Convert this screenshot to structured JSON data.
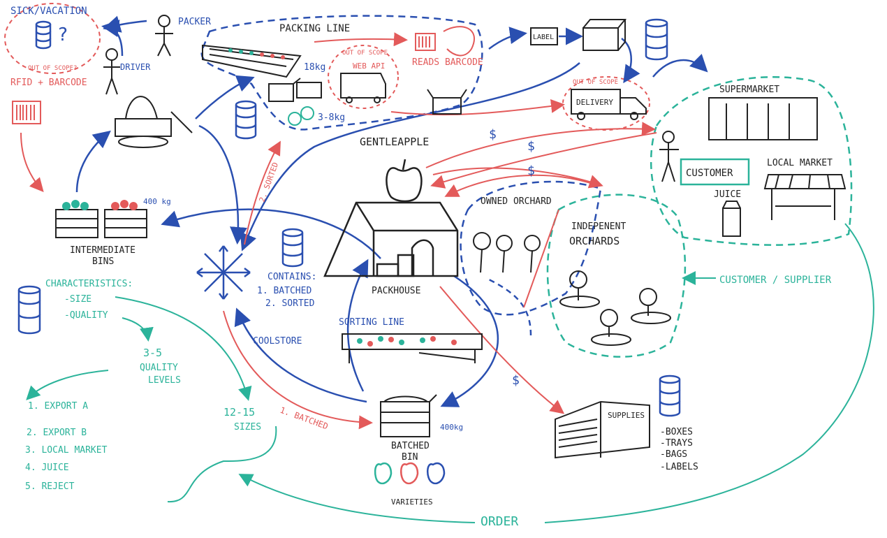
{
  "labels": {
    "sick_vacation": "SICK/VACATION",
    "question": "?",
    "out_of_scope_1": "OUT OF SCOPE?",
    "rfid_barcode": "RFID + BARCODE",
    "driver": "DRIVER",
    "packer": "PACKER",
    "packing_line": "PACKING LINE",
    "weight_18kg": "18kg",
    "weight_3_8kg": "3-8kg",
    "out_of_scope_web": "OUT OF SCOPE",
    "web_api": "WEB API",
    "reads_barcode": "READS BARCODE",
    "label": "LABEL",
    "out_of_scope_2": "OUT OF SCOPE",
    "delivery": "DELIVERY",
    "supermarket": "SUPERMARKET",
    "gentle_apple": "GENTLEAPPLE",
    "customer": "CUSTOMER",
    "local_market": "LOCAL MARKET",
    "juice": "JUICE",
    "owned_orchard": "OWNED ORCHARD",
    "independent_orchards_1": "INDEPENENT",
    "independent_orchards_2": "ORCHARDS",
    "customer_supplier": "CUSTOMER / SUPPLIER",
    "intermediate_bins_1": "INTERMEDIATE",
    "intermediate_bins_2": "BINS",
    "weight_400kg_1": "400 kg",
    "sorted_2": "2. SORTED",
    "contains": "CONTAINS:",
    "batched_1": "1. BATCHED",
    "sorted_1": "2. SORTED",
    "packhouse": "PACKHOUSE",
    "characteristics": "CHARACTERISTICS:",
    "size": "-SIZE",
    "quality": "-QUALITY",
    "quality_range": "3-5",
    "quality_levels_1": "QUALITY",
    "quality_levels_2": "LEVELS",
    "sorting_line": "SORTING LINE",
    "coolstore": "COOLSTORE",
    "sizes_range": "12-15",
    "sizes": "SIZES",
    "batched_arrow": "1. BATCHED",
    "batched_bin_1": "BATCHED",
    "batched_bin_2": "BIN",
    "weight_400kg_2": "400kg",
    "varieties": "VARIETIES",
    "supplies": "SUPPLIES",
    "boxes": "-BOXES",
    "trays": "-TRAYS",
    "bags": "-BAGS",
    "labels": "-LABELS",
    "order": "ORDER",
    "q1": "1. EXPORT A",
    "q2": "2. EXPORT B",
    "q3": "3. LOCAL MARKET",
    "q4": "4. JUICE",
    "q5": "5. REJECT",
    "dollar": "$"
  },
  "colors": {
    "blue": "#2a4fb0",
    "red": "#e35a5a",
    "teal": "#2bb39a",
    "black": "#222222"
  }
}
